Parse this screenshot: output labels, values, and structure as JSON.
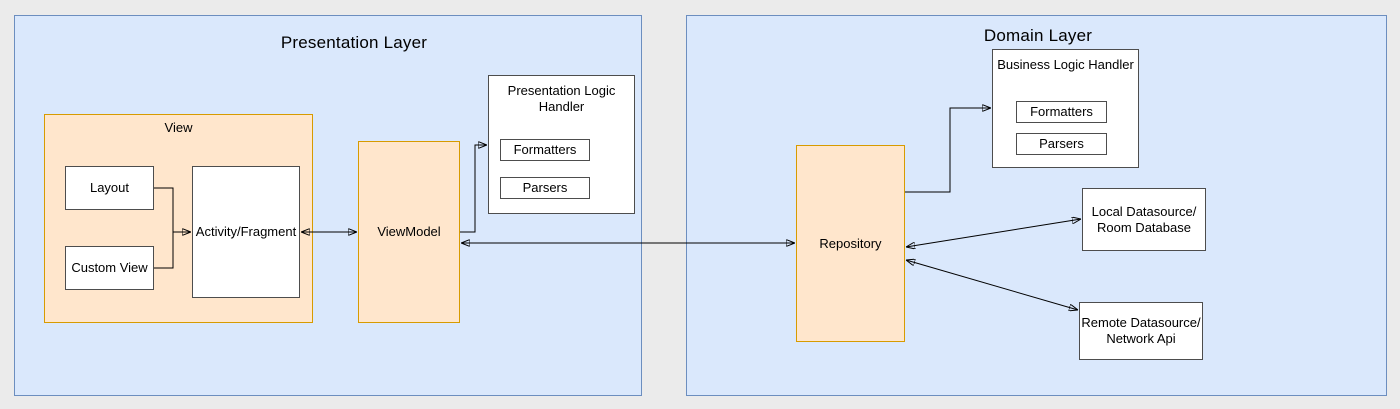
{
  "diagram": {
    "presentation_layer": {
      "title": "Presentation Layer",
      "view_group": {
        "label": "View",
        "layout": "Layout",
        "custom_view": "Custom View",
        "activity_fragment": "Activity/Fragment"
      },
      "viewmodel": "ViewModel",
      "logic_handler": {
        "title_line1": "Presentation Logic",
        "title_line2": "Handler",
        "formatters": "Formatters",
        "parsers": "Parsers"
      }
    },
    "domain_layer": {
      "title": "Domain Layer",
      "business_logic_handler": {
        "title": "Business Logic Handler",
        "formatters": "Formatters",
        "parsers": "Parsers"
      },
      "repository": "Repository",
      "local_datasource": {
        "line1": "Local Datasource/",
        "line2": "Room Database"
      },
      "remote_datasource": {
        "line1": "Remote Datasource/",
        "line2": "Network Api"
      }
    },
    "connections": [
      {
        "from": "Layout",
        "to": "Activity/Fragment",
        "direction": "one-way"
      },
      {
        "from": "Custom View",
        "to": "Activity/Fragment",
        "direction": "one-way"
      },
      {
        "from": "Activity/Fragment",
        "to": "ViewModel",
        "direction": "two-way"
      },
      {
        "from": "ViewModel",
        "to": "Presentation Logic Handler",
        "direction": "one-way"
      },
      {
        "from": "ViewModel",
        "to": "Repository",
        "direction": "two-way"
      },
      {
        "from": "Repository",
        "to": "Business Logic Handler",
        "direction": "one-way"
      },
      {
        "from": "Repository",
        "to": "Local Datasource/Room Database",
        "direction": "two-way"
      },
      {
        "from": "Repository",
        "to": "Remote Datasource/Network Api",
        "direction": "two-way"
      }
    ]
  },
  "colors": {
    "bg": "#ebebeb",
    "container_fill": "#dae8fc",
    "container_stroke": "#6c8ebf",
    "group_fill": "#ffe6cc",
    "group_stroke": "#d79b00",
    "node_fill": "#ffffff",
    "node_stroke": "#4d4d4d",
    "line": "#000000",
    "text": "#000000"
  }
}
